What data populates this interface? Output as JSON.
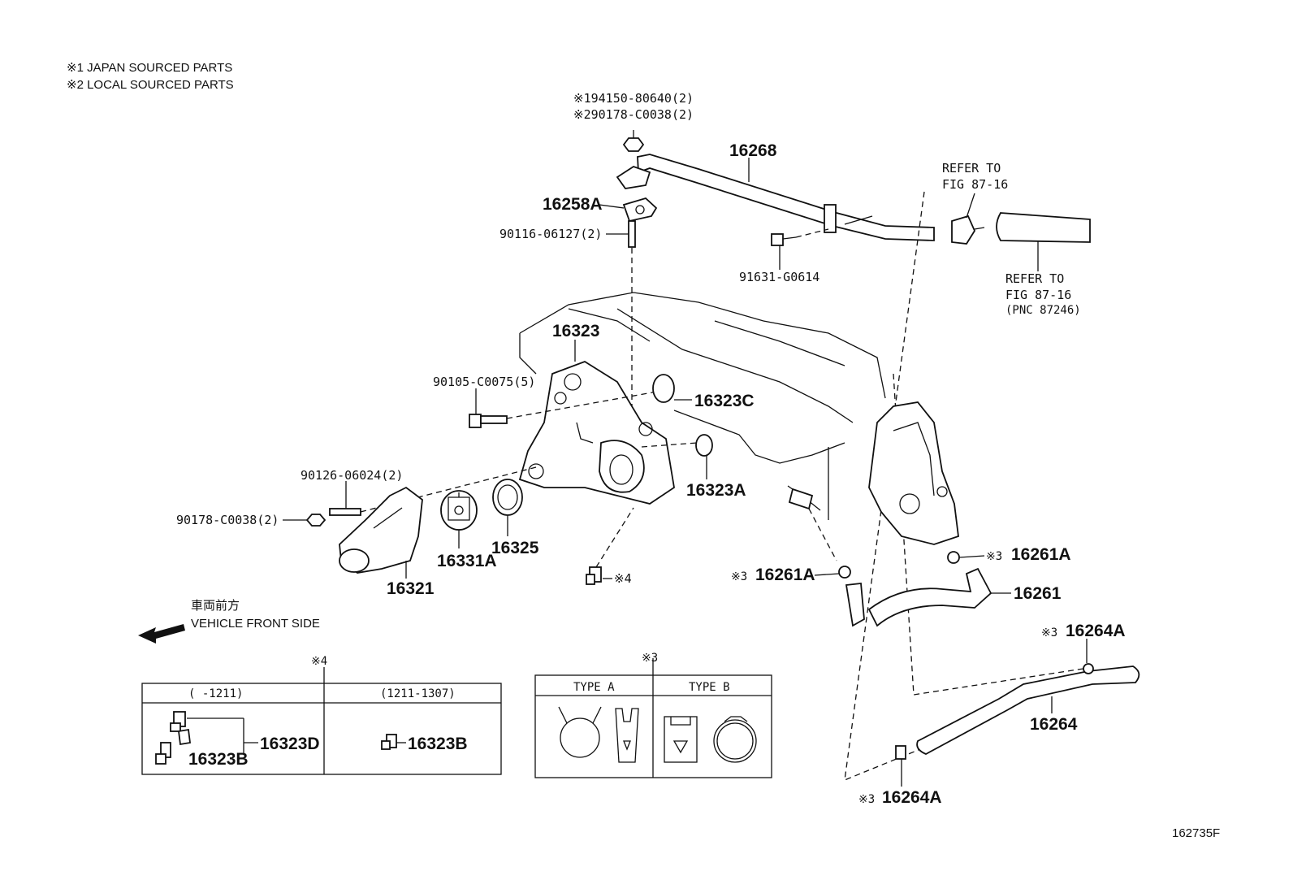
{
  "notes": {
    "note1": "※1 JAPAN SOURCED PARTS",
    "note2": "※2 LOCAL SOURCED PARTS"
  },
  "top_fasteners": {
    "line1": "※194150-80640(2)",
    "line2": "※290178-C0038(2)"
  },
  "parts": {
    "p16268": "16268",
    "p16258A": "16258A",
    "p90116": "90116-06127(2)",
    "p91631": "91631-G0614",
    "p16323": "16323",
    "p90105": "90105-C0075(5)",
    "p16323C": "16323C",
    "p16323A": "16323A",
    "p90126": "90126-06024(2)",
    "p90178": "90178-C0038(2)",
    "p16331A": "16331A",
    "p16325": "16325",
    "p16321": "16321",
    "p_note4_part": "※4",
    "p16261A_left": "16261A",
    "p16261A_right": "16261A",
    "p16261": "16261",
    "p16264A_top": "16264A",
    "p16264": "16264",
    "p16264A_bottom": "16264A",
    "mark3_a": "※3",
    "mark3_b": "※3",
    "mark3_c": "※3",
    "mark3_d": "※3"
  },
  "refer": {
    "refer1_line1": "REFER TO",
    "refer1_line2": "FIG 87-16",
    "refer2_line1": "REFER TO",
    "refer2_line2": "FIG 87-16",
    "refer2_line3": "(PNC 87246)"
  },
  "front": {
    "jp": "車両前方",
    "en": "VEHICLE FRONT SIDE"
  },
  "table4": {
    "mark": "※4",
    "col1_header": "(      -1211)",
    "col2_header": "(1211-1307)",
    "col1_part_a": "16323B",
    "col1_part_b": "16323D",
    "col2_part": "16323B"
  },
  "table3": {
    "mark": "※3",
    "col1_header": "TYPE A",
    "col2_header": "TYPE B"
  },
  "code": "162735F"
}
